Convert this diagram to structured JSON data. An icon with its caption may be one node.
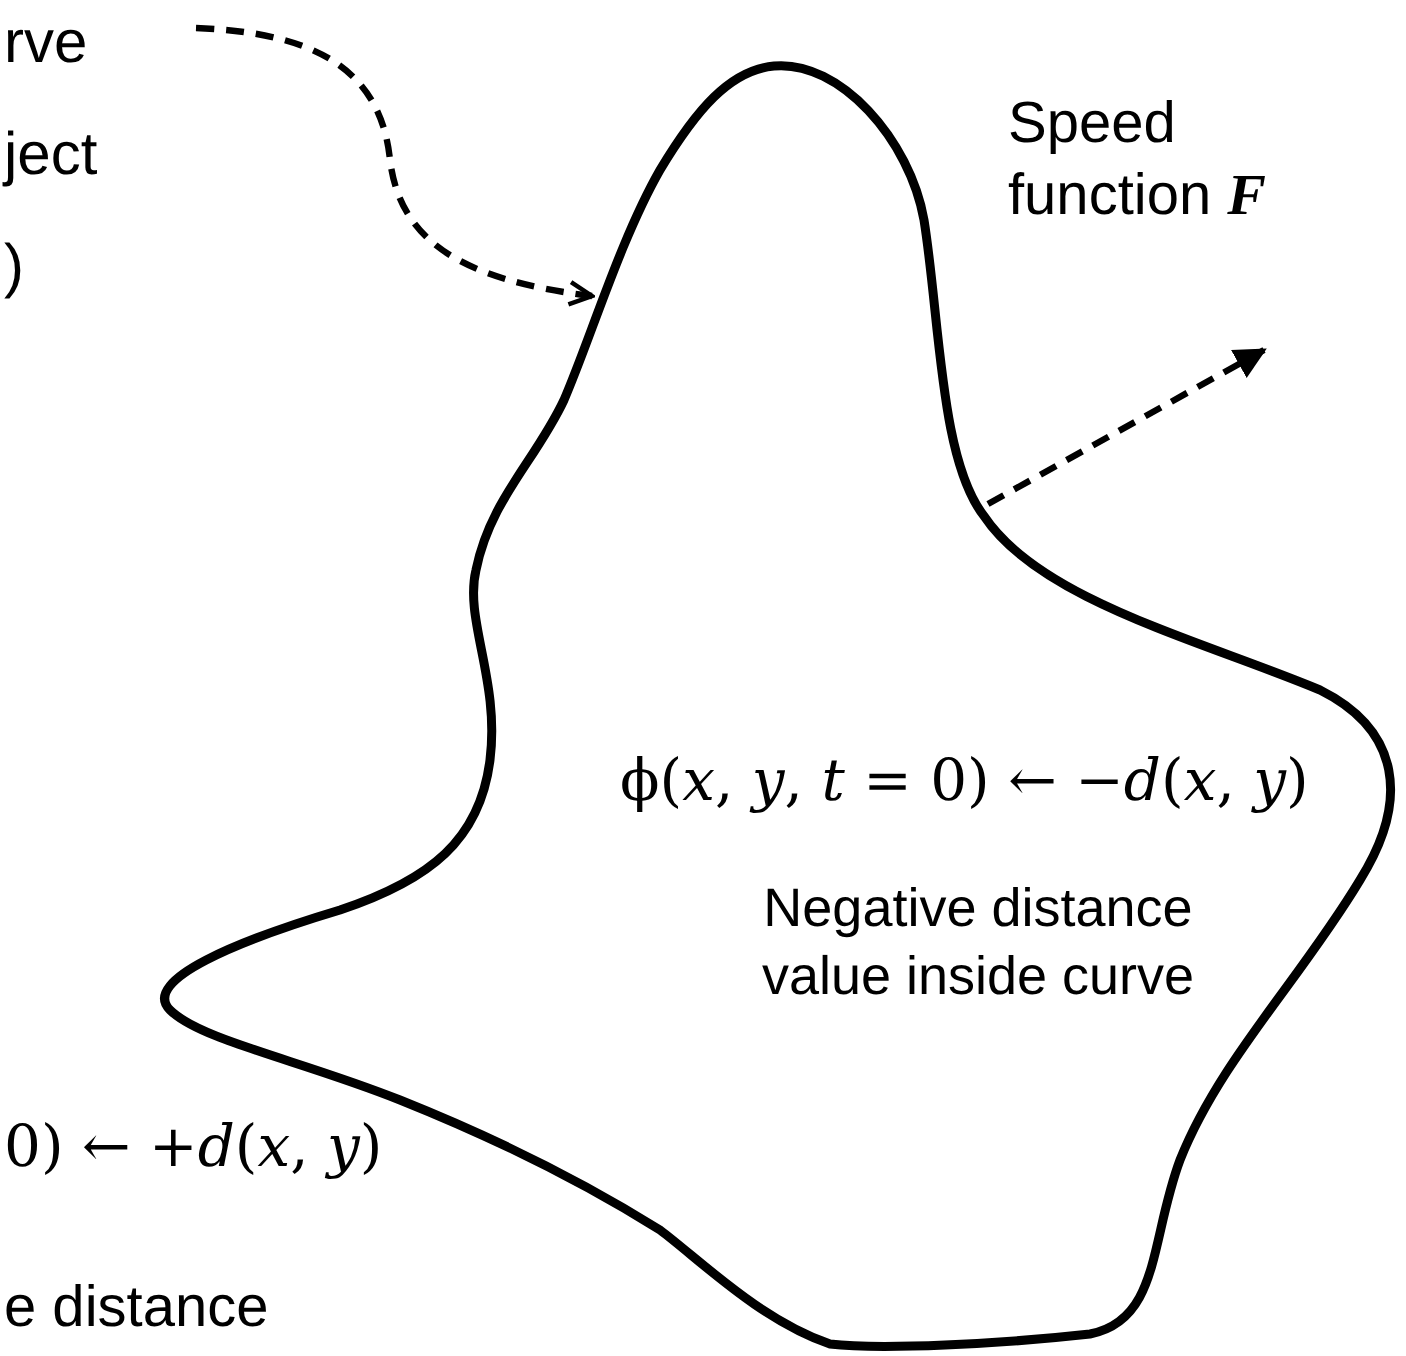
{
  "diagram": {
    "nodes": [
      {
        "text": [
          "rve ject )"
        ]
      },
      {
        "text": [
          "ϕ(*x*, *y*, *t* = 0) ← −*d*(*x*, *y*)",
          "Negative distance value inside curve"
        ]
      }
    ],
    "edges": [
      {
        "from": 0,
        "to": 1,
        "arrow": "to",
        "style": "dashed"
      }
    ],
    "labels": [
      "Speed function **F**",
      "0) ← +*d*(*x*, *y*)",
      "e distance"
    ]
  }
}
